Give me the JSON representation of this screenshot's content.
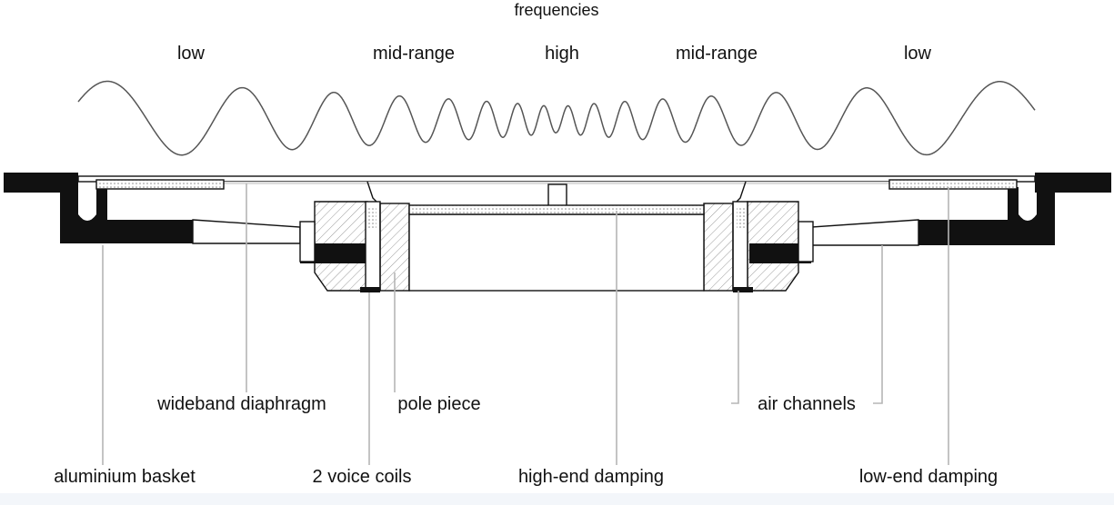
{
  "title": "frequencies",
  "bands": {
    "low_left": "low",
    "mid_left": "mid-range",
    "high": "high",
    "mid_right": "mid-range",
    "low_right": "low"
  },
  "labels": {
    "wideband_diaphragm": "wideband diaphragm",
    "pole_piece": "pole piece",
    "air_channels": "air channels",
    "aluminium_basket": "aluminium basket",
    "voice_coils": "2 voice coils",
    "high_end_damping": "high-end damping",
    "low_end_damping": "low-end damping"
  }
}
